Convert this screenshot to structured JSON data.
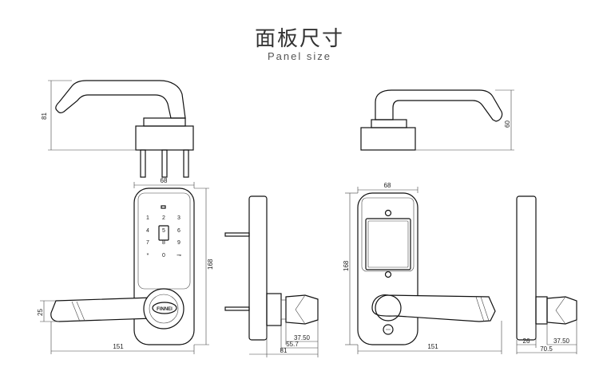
{
  "header": {
    "title": "面板尺寸",
    "subtitle": "Panel size"
  },
  "dimensions": {
    "top_left_height": "81",
    "top_right_height": "60",
    "front_width": "68",
    "front_height": "168",
    "front_handle_height": "25",
    "front_total_width": "151",
    "side_d1": "37.50",
    "side_d2": "55.7",
    "side_d3": "81",
    "back_width": "68",
    "back_height": "168",
    "back_total_width": "151",
    "side2_d1": "26",
    "side2_d2": "37.50",
    "side2_d3": "70.5"
  },
  "keypad": {
    "keys": [
      "1",
      "2",
      "3",
      "4",
      "5",
      "6",
      "7",
      "8",
      "9",
      "*",
      "0",
      "⊸"
    ]
  },
  "logo_text": "FINNEI"
}
